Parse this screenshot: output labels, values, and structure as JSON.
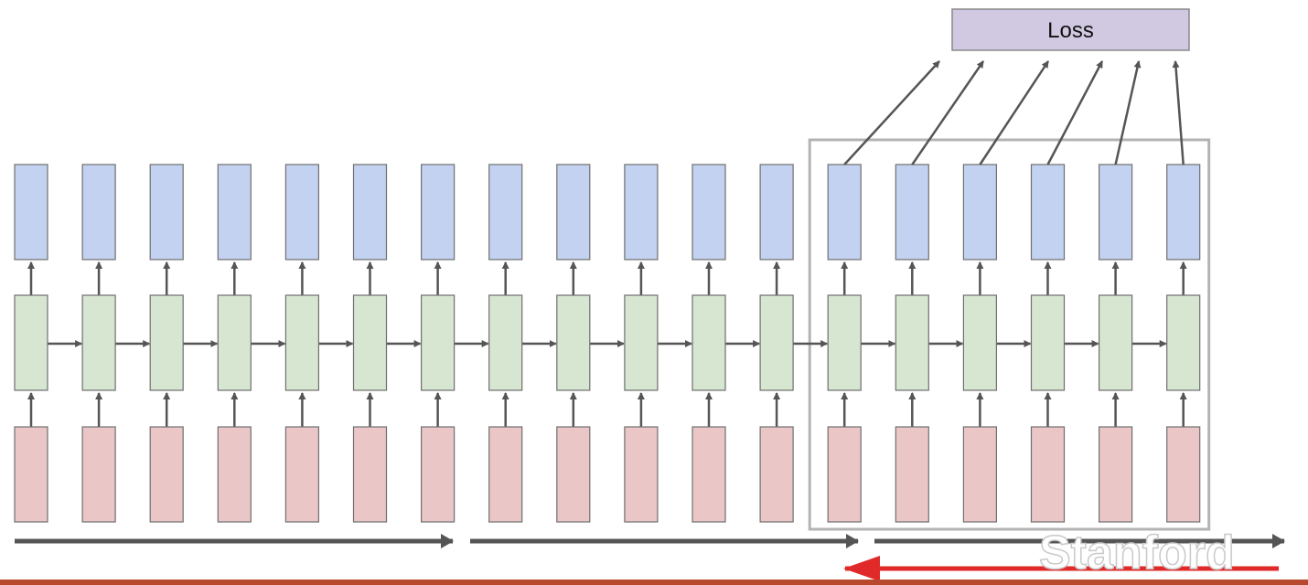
{
  "loss": {
    "label": "Loss",
    "fill": "#d0c9e1"
  },
  "watermark": {
    "text": "Stanford"
  },
  "timesteps": 18,
  "truncation_window": {
    "first_step": 12,
    "last_step": 17
  },
  "layers": {
    "output": {
      "fill": "#c3d2f1"
    },
    "hidden": {
      "fill": "#d7e6d1"
    },
    "input": {
      "fill": "#eac6c6"
    }
  },
  "colors": {
    "node_stroke": "#6f6f6f",
    "arrow": "#555555",
    "window_box": "#b3b3b3",
    "forward_arrow": "#555555",
    "backward_arrow": "#e02a2a",
    "bottom_rule": "#b8492e"
  },
  "forward_passes": [
    {
      "from_step": 0,
      "to_step": 6
    },
    {
      "from_step": 6,
      "to_step": 12
    },
    {
      "from_step": 12,
      "to_step": 17
    }
  ],
  "backward_pass": {
    "from_step": 17,
    "to_step": 12
  }
}
